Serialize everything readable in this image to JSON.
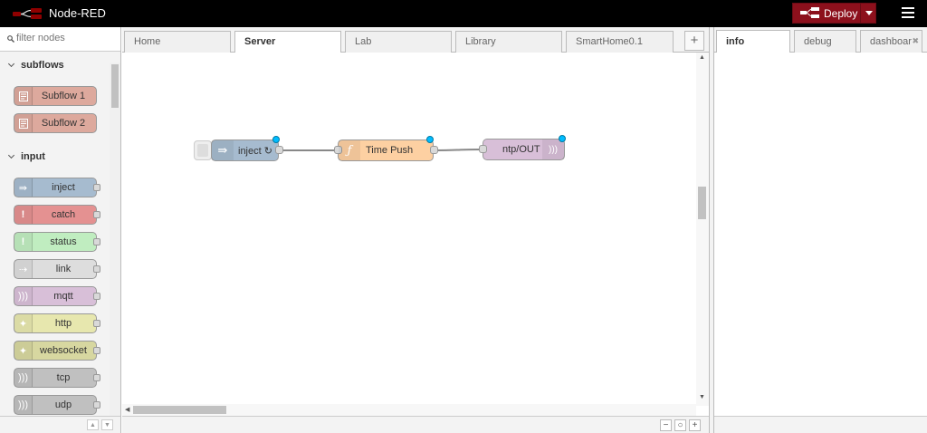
{
  "header": {
    "app_title": "Node-RED",
    "deploy_label": "Deploy",
    "brand_color": "#8c101c"
  },
  "palette": {
    "filter_placeholder": "filter nodes",
    "categories": [
      {
        "name": "subflows",
        "nodes": [
          {
            "label": "Subflow 1",
            "icon": "subflow-icon",
            "color": "#dda99d"
          },
          {
            "label": "Subflow 2",
            "icon": "subflow-icon",
            "color": "#dda99d"
          }
        ]
      },
      {
        "name": "input",
        "nodes": [
          {
            "label": "inject",
            "icon": "arrow-in-icon",
            "color": "#a6bbcf"
          },
          {
            "label": "catch",
            "icon": "alert-icon",
            "color": "#e49191"
          },
          {
            "label": "status",
            "icon": "alert-icon",
            "color": "#c0edc0"
          },
          {
            "label": "link",
            "icon": "link-icon",
            "color": "#dddddd"
          },
          {
            "label": "mqtt",
            "icon": "bridge-icon",
            "color": "#d8bfd8"
          },
          {
            "label": "http",
            "icon": "web-icon",
            "color": "#e7e7ae"
          },
          {
            "label": "websocket",
            "icon": "web-icon",
            "color": "#d7d7a0"
          },
          {
            "label": "tcp",
            "icon": "bridge-icon",
            "color": "#c0c0c0"
          },
          {
            "label": "udp",
            "icon": "bridge-icon",
            "color": "#c0c0c0"
          }
        ]
      }
    ]
  },
  "workspace": {
    "tabs": [
      {
        "label": "Home",
        "active": false
      },
      {
        "label": "Server",
        "active": true
      },
      {
        "label": "Lab",
        "active": false
      },
      {
        "label": "Library",
        "active": false
      },
      {
        "label": "SmartHome0.1",
        "active": false
      }
    ],
    "add_tab_label": "+",
    "flow_nodes": [
      {
        "label": "inject ↻",
        "icon": "arrow-in-icon",
        "color": "#a6bbcf"
      },
      {
        "label": "Time Push",
        "icon": "function-icon",
        "color": "#fdd0a2"
      },
      {
        "label": "ntp/OUT",
        "icon": "bridge-icon",
        "color": "#d8bfd8"
      }
    ],
    "zoom_out": "−",
    "zoom_reset": "○",
    "zoom_in": "+"
  },
  "sidebar": {
    "tabs": [
      {
        "label": "info",
        "active": true
      },
      {
        "label": "debug",
        "active": false
      },
      {
        "label": "dashboard",
        "active": false
      }
    ]
  }
}
